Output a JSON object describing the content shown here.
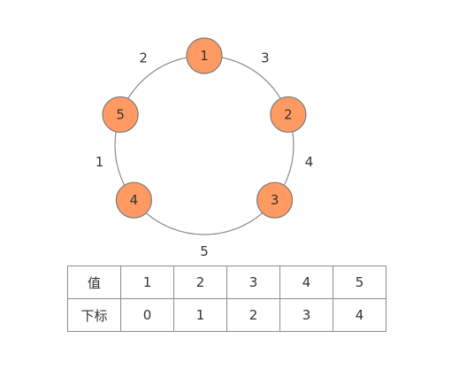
{
  "ring": {
    "nodes": [
      {
        "label": "1",
        "angle_deg": -90
      },
      {
        "label": "2",
        "angle_deg": -20
      },
      {
        "label": "3",
        "angle_deg": 38
      },
      {
        "label": "4",
        "angle_deg": 142
      },
      {
        "label": "5",
        "angle_deg": 200
      }
    ],
    "edges": [
      {
        "label": "3",
        "between": [
          "1",
          "2"
        ]
      },
      {
        "label": "4",
        "between": [
          "2",
          "3"
        ]
      },
      {
        "label": "5",
        "between": [
          "3",
          "4"
        ]
      },
      {
        "label": "1",
        "between": [
          "4",
          "5"
        ]
      },
      {
        "label": "2",
        "between": [
          "5",
          "1"
        ]
      }
    ],
    "colors": {
      "node_fill": "#ff9a63",
      "node_stroke": "#7a7a7a",
      "ring_stroke": "#8a8a8a",
      "text": "#333333"
    }
  },
  "table": {
    "rows": [
      {
        "header": "值",
        "cells": [
          "1",
          "2",
          "3",
          "4",
          "5"
        ]
      },
      {
        "header": "下标",
        "cells": [
          "0",
          "1",
          "2",
          "3",
          "4"
        ]
      }
    ]
  }
}
